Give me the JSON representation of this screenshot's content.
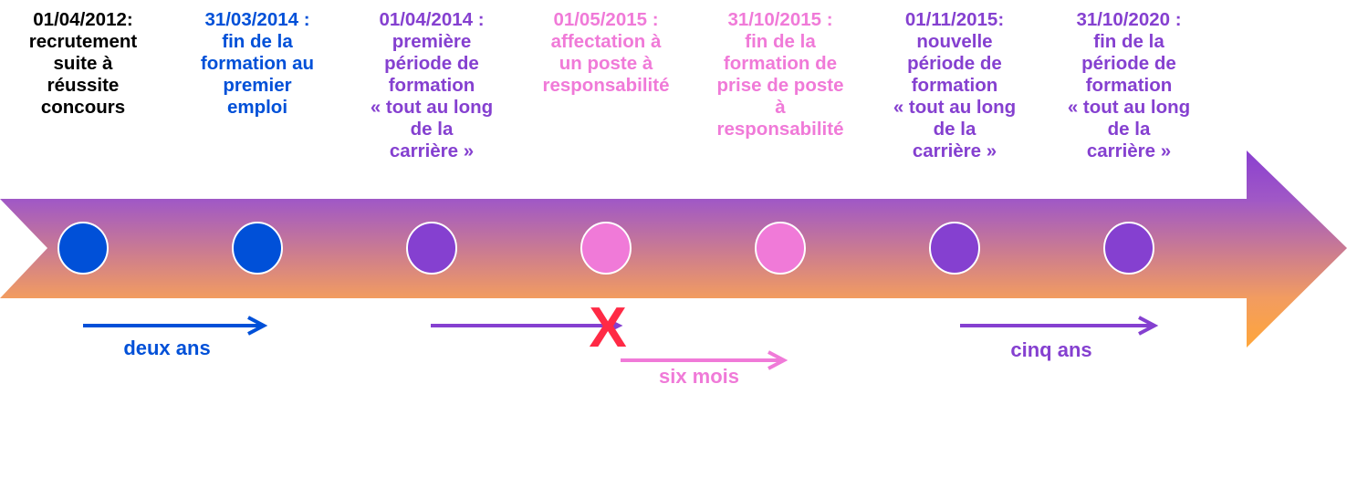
{
  "colors": {
    "blue": "#0050d8",
    "purple": "#8540d0",
    "pink": "#f07ad8",
    "black": "#000000",
    "red": "#ff2a45",
    "band_top": "#a058c6",
    "band_bottom": "#f29c60"
  },
  "events": [
    {
      "lines": [
        "01/04/2012:",
        "recrutement",
        "suite à",
        "réussite",
        "concours"
      ],
      "text_color": "black",
      "dot_color": "blue"
    },
    {
      "lines": [
        "31/03/2014 :",
        "fin de la",
        "formation au",
        "premier",
        "emploi"
      ],
      "text_color": "blue",
      "dot_color": "blue"
    },
    {
      "lines": [
        "01/04/2014 :",
        "première",
        "période de",
        "formation",
        "« tout au long",
        "de la",
        "carrière »"
      ],
      "text_color": "purple",
      "dot_color": "purple"
    },
    {
      "lines": [
        "01/05/2015 :",
        "affectation à",
        "un poste à",
        "responsabilité"
      ],
      "text_color": "pink",
      "dot_color": "pink"
    },
    {
      "lines": [
        "31/10/2015 :",
        "fin de la",
        "formation de",
        "prise de poste",
        "à",
        "responsabilité"
      ],
      "text_color": "pink",
      "dot_color": "pink"
    },
    {
      "lines": [
        "01/11/2015:",
        "nouvelle",
        "période de",
        "formation",
        "« tout au long",
        "de la",
        "carrière »"
      ],
      "text_color": "purple",
      "dot_color": "purple"
    },
    {
      "lines": [
        "31/10/2020 :",
        "fin de la",
        "période de",
        "formation",
        "« tout au long",
        "de la",
        "carrière »"
      ],
      "text_color": "purple",
      "dot_color": "purple"
    }
  ],
  "durations": {
    "deux_ans": "deux ans",
    "six_mois": "six mois",
    "cinq_ans": "cinq ans"
  },
  "cancel_mark": "X"
}
